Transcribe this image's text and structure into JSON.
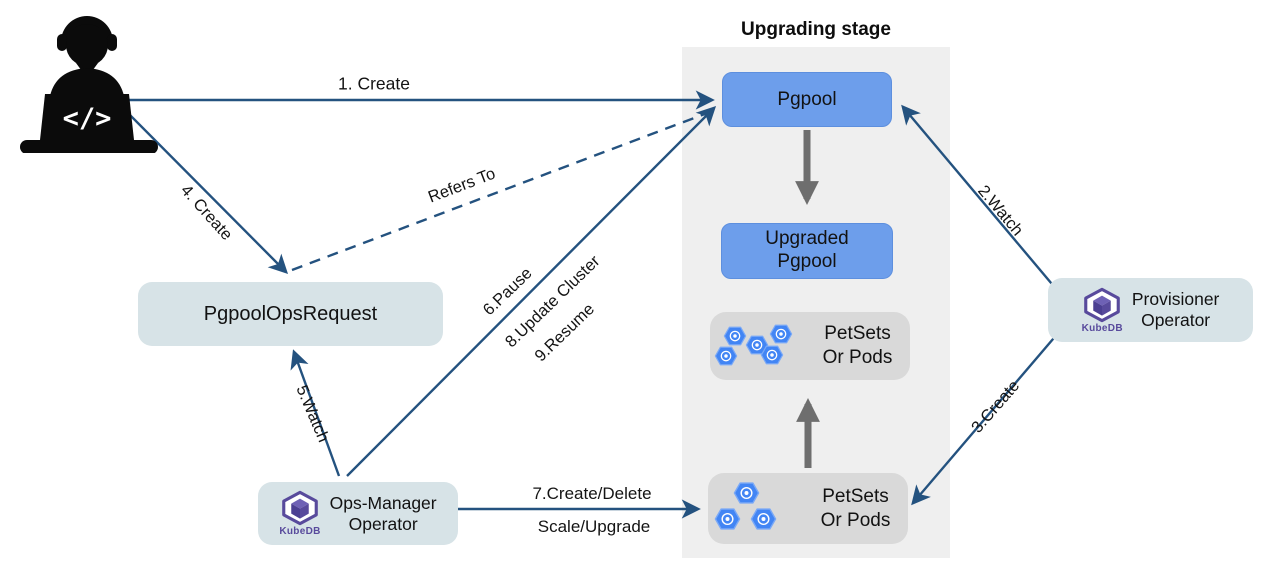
{
  "header": {
    "panel_title": "Upgrading stage"
  },
  "nodes": {
    "pgpool": {
      "label": "Pgpool"
    },
    "upgraded_pgpool": {
      "line1": "Upgraded",
      "line2": "Pgpool"
    },
    "pgpool_ops_request": {
      "label": "PgpoolOpsRequest"
    },
    "ops_manager": {
      "line1": "Ops-Manager",
      "line2": "Operator",
      "logo_text": "KubeDB"
    },
    "provisioner": {
      "line1": "Provisioner",
      "line2": "Operator",
      "logo_text": "KubeDB"
    },
    "petsets_upgraded": {
      "line1": "PetSets",
      "line2": "Or Pods"
    },
    "petsets_current": {
      "line1": "PetSets",
      "line2": "Or Pods"
    }
  },
  "edges": {
    "e1": {
      "label": "1. Create"
    },
    "e2": {
      "label": "2.Watch"
    },
    "e3": {
      "label": "3.Create"
    },
    "e4": {
      "label": "4. Create"
    },
    "e5": {
      "label": "5.Watch"
    },
    "e6": {
      "label": "6.Pause"
    },
    "e7": {
      "line1": "7.Create/Delete",
      "line2": "Scale/Upgrade"
    },
    "e8": {
      "label": "8.Update Cluster"
    },
    "e9": {
      "label": "9.Resume"
    },
    "refers": {
      "label": "Refers To"
    }
  },
  "icons": {
    "developer": "developer-at-laptop-icon",
    "kubedb": "kubedb-logo",
    "pod": "pod-hexagon-icon"
  },
  "colors": {
    "arrow_navy": "#24527f",
    "arrow_gray": "#6e6e6e",
    "blue_box": "#6d9eeb",
    "teal_box": "#d7e3e7",
    "gray_box": "#d9d9d9",
    "panel_bg": "#efefef",
    "kube_purple": "#584a9c",
    "pod_blue": "#4285f4"
  }
}
